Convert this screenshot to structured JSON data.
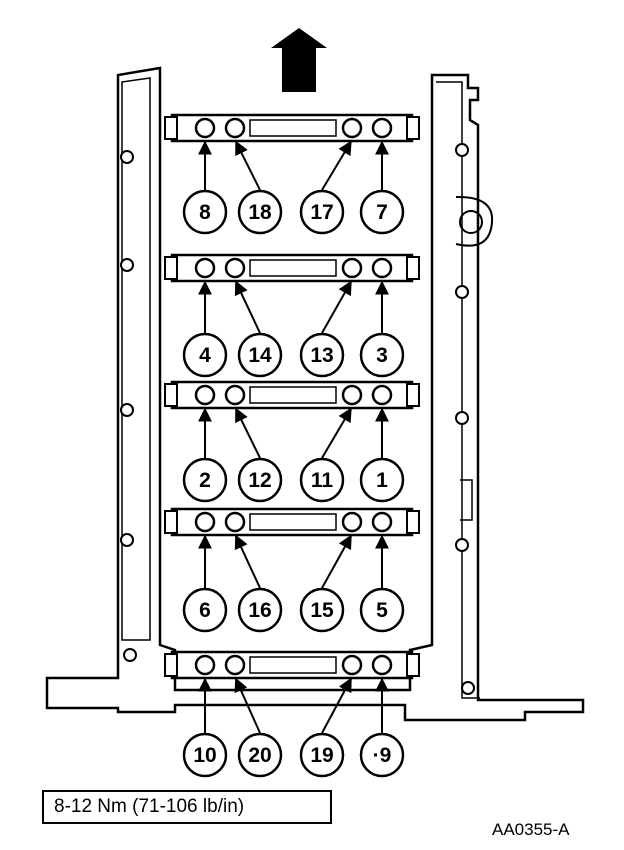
{
  "torque_spec": "8-12 Nm (71-106 lb/in)",
  "figure_id": "AA0355-A",
  "rows": [
    {
      "name": "row-1",
      "bolts": [
        "8",
        "18",
        "17",
        "7"
      ]
    },
    {
      "name": "row-2",
      "bolts": [
        "4",
        "14",
        "13",
        "3"
      ]
    },
    {
      "name": "row-3",
      "bolts": [
        "2",
        "12",
        "11",
        "1"
      ]
    },
    {
      "name": "row-4",
      "bolts": [
        "6",
        "16",
        "15",
        "5"
      ]
    },
    {
      "name": "row-5",
      "bolts": [
        "10",
        "20",
        "19",
        "·9"
      ]
    }
  ]
}
